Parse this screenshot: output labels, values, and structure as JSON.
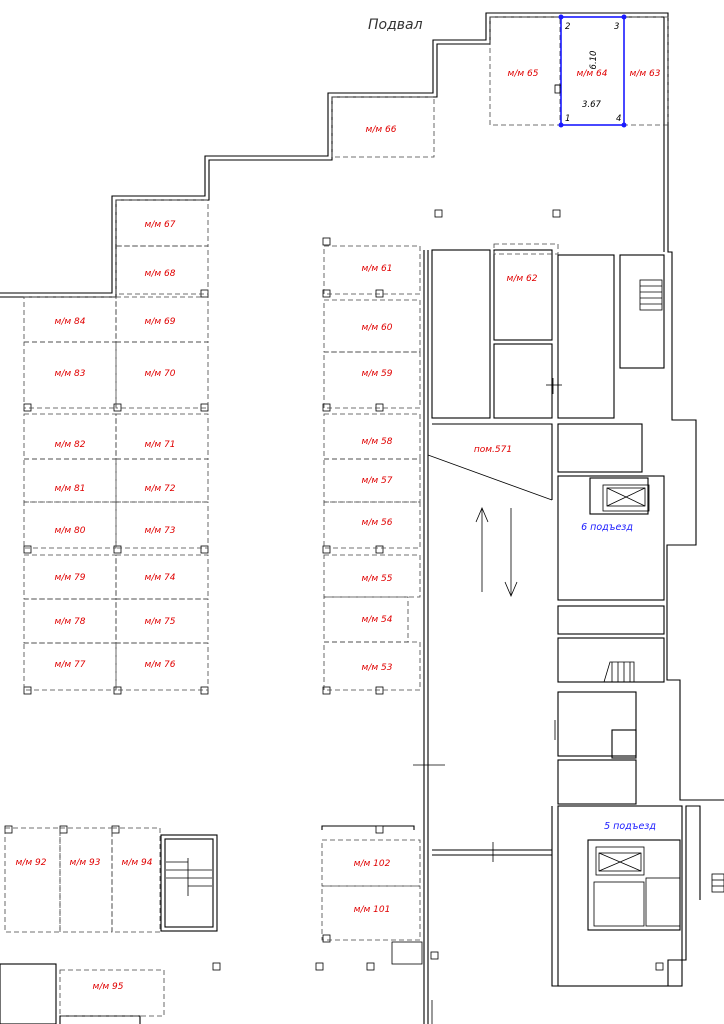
{
  "title": "Подвал",
  "colors": {
    "spot_label": "#e00000",
    "entrance_label": "#1a1aff",
    "selection": "#1a1aff",
    "walls": "#000000"
  },
  "selected_spot": {
    "label": "м/м 64",
    "width": "6.10",
    "length": "3.67",
    "vertices": [
      "1",
      "2",
      "3",
      "4"
    ]
  },
  "room": {
    "label": "пом.571"
  },
  "entrances": {
    "e6": "6 подъезд",
    "e5": "5 подъезд"
  },
  "spots": {
    "s53": "м/м 53",
    "s54": "м/м 54",
    "s55": "м/м 55",
    "s56": "м/м 56",
    "s57": "м/м 57",
    "s58": "м/м 58",
    "s59": "м/м 59",
    "s60": "м/м 60",
    "s61": "м/м 61",
    "s62": "м/м 62",
    "s63": "м/м 63",
    "s64": "м/м 64",
    "s65": "м/м 65",
    "s66": "м/м 66",
    "s67": "м/м 67",
    "s68": "м/м 68",
    "s69": "м/м 69",
    "s70": "м/м 70",
    "s71": "м/м 71",
    "s72": "м/м 72",
    "s73": "м/м 73",
    "s74": "м/м 74",
    "s75": "м/м 75",
    "s76": "м/м 76",
    "s77": "м/м 77",
    "s78": "м/м 78",
    "s79": "м/м 79",
    "s80": "м/м 80",
    "s81": "м/м 81",
    "s82": "м/м 82",
    "s83": "м/м 83",
    "s84": "м/м 84",
    "s92": "м/м 92",
    "s93": "м/м 93",
    "s94": "м/м 94",
    "s95": "м/м 95",
    "s101": "м/м 101",
    "s102": "м/м 102"
  }
}
